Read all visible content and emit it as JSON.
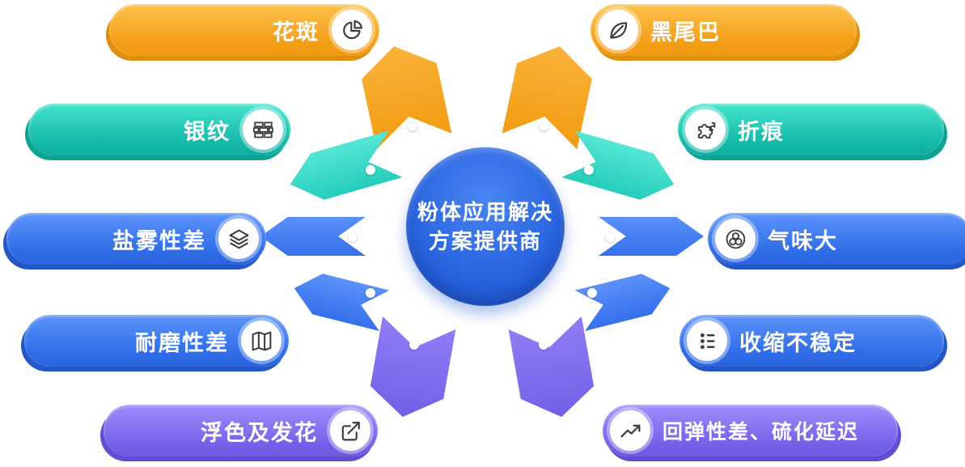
{
  "center": {
    "title_line1": "粉体应用解决",
    "title_line2": "方案提供商"
  },
  "items": [
    {
      "label": "花斑",
      "icon": "pie-chart-icon",
      "side": "left",
      "color": "orange"
    },
    {
      "label": "银纹",
      "icon": "bricks-icon",
      "side": "left",
      "color": "teal"
    },
    {
      "label": "盐雾性差",
      "icon": "layers-icon",
      "side": "left",
      "color": "blue"
    },
    {
      "label": "耐磨性差",
      "icon": "map-icon",
      "side": "left",
      "color": "blue"
    },
    {
      "label": "浮色及发花",
      "icon": "arrow-box-icon",
      "side": "left",
      "color": "purple"
    },
    {
      "label": "黑尾巴",
      "icon": "leaf-icon",
      "side": "right",
      "color": "orange"
    },
    {
      "label": "折痕",
      "icon": "puzzle-icon",
      "side": "right",
      "color": "teal"
    },
    {
      "label": "气味大",
      "icon": "bubbles-icon",
      "side": "right",
      "color": "blue"
    },
    {
      "label": "收缩不稳定",
      "icon": "dots-list-icon",
      "side": "right",
      "color": "blue"
    },
    {
      "label": "回弹性差、硫化延迟",
      "icon": "chart-line-icon",
      "side": "right",
      "color": "purple"
    }
  ],
  "colors": {
    "orange": "#F5A01A",
    "teal": "#14B9A8",
    "blue": "#2F6CE8",
    "purple": "#7562E8",
    "center_blue": "#2A66E0"
  }
}
